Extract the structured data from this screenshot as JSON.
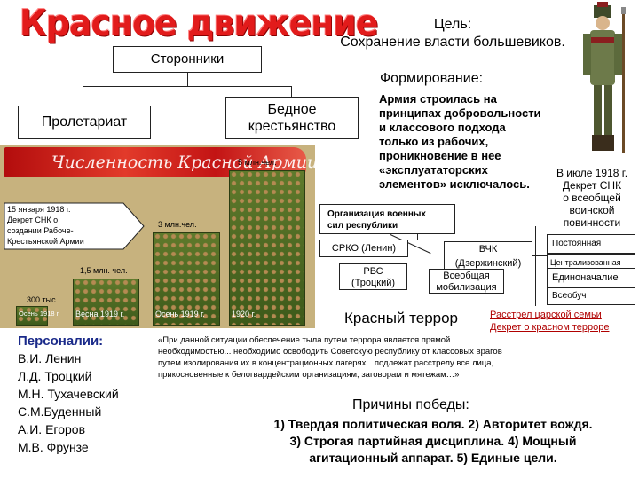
{
  "title": "Красное движение",
  "goal": {
    "label": "Цель",
    "colon": ":",
    "text": "Сохранение власти большевиков."
  },
  "supporters": "Сторонники",
  "proletariat": "Пролетариат",
  "peasantry": [
    "Бедное",
    "крестьянство"
  ],
  "formation": {
    "heading": "Формирование:",
    "lines": [
      "Армия строилась на",
      "принципах добровольности",
      "и классового подхода",
      "только из рабочих,",
      "проникновение в нее",
      "«эксплуататорских",
      "элементов» исключалось."
    ]
  },
  "july_note": [
    "В июле 1918 г.",
    "Декрет СНК",
    "о всеобщей",
    "воинской",
    "повинности"
  ],
  "chart": {
    "title": "Численность Красной Армии",
    "decree_note": [
      "15 января 1918  г.",
      "Декрет СНК о",
      "создании Рабоче-",
      "Крестьянской Армии"
    ]
  },
  "chart_data": {
    "type": "bar",
    "title": "Численность Красной Армии",
    "categories": [
      "Осень 1918 г.",
      "Весна 1919 г.",
      "Осень 1919 г.",
      "1920 г."
    ],
    "value_labels": [
      "300 тыс.",
      "1,5 млн. чел.",
      "3 млн.чел.",
      "5 млн.чел."
    ],
    "values": [
      0.3,
      1.5,
      3,
      5
    ],
    "unit": "млн. чел."
  },
  "org": {
    "heading": [
      "Организация военных",
      "сил республики"
    ],
    "srko": "СРКО (Ленин)",
    "vchk": [
      "ВЧК",
      "(Дзержинский)"
    ],
    "rvs": [
      "РВС",
      "(Троцкий)"
    ],
    "mobilization": [
      "Всеобщая",
      "мобилизация"
    ]
  },
  "side_boxes": [
    "Постоянная",
    "Централизованная",
    "Единоначалие",
    "Всеобуч"
  ],
  "persons": {
    "heading": "Персоналии:",
    "names": [
      "В.И. Ленин",
      "Л.Д. Троцкий",
      "М.Н. Тухачевский",
      "С.М.Буденный",
      "А.И. Егоров",
      "М.В. Фрунзе"
    ]
  },
  "terror": {
    "heading": "Красный террор",
    "links": [
      "Расстрел царской семьи",
      "Декрет о красном терроре"
    ],
    "quote": [
      "«При данной ситуации обеспечение тыла путем террора является прямой",
      "необходимостью... необходимо освободить Советскую республику от классовых врагов",
      "путем изолирования их в концентрационных лагерях…подлежат расстрелу все лица,",
      "прикосновенные к белогвардейским организациям, заговорам и мятежам…»"
    ]
  },
  "victory": {
    "heading": "Причины победы:",
    "lines": [
      "1) Твердая политическая воля. 2) Авторитет вождя.",
      "3) Строгая партийная дисциплина. 4) Мощный",
      "агитационный аппарат. 5) Единые цели."
    ]
  },
  "colors": {
    "title_red": "#e21b1b",
    "link_red": "#b00000",
    "chart_bg": "#c7b27e",
    "soldier_green": "#4f6b24"
  }
}
